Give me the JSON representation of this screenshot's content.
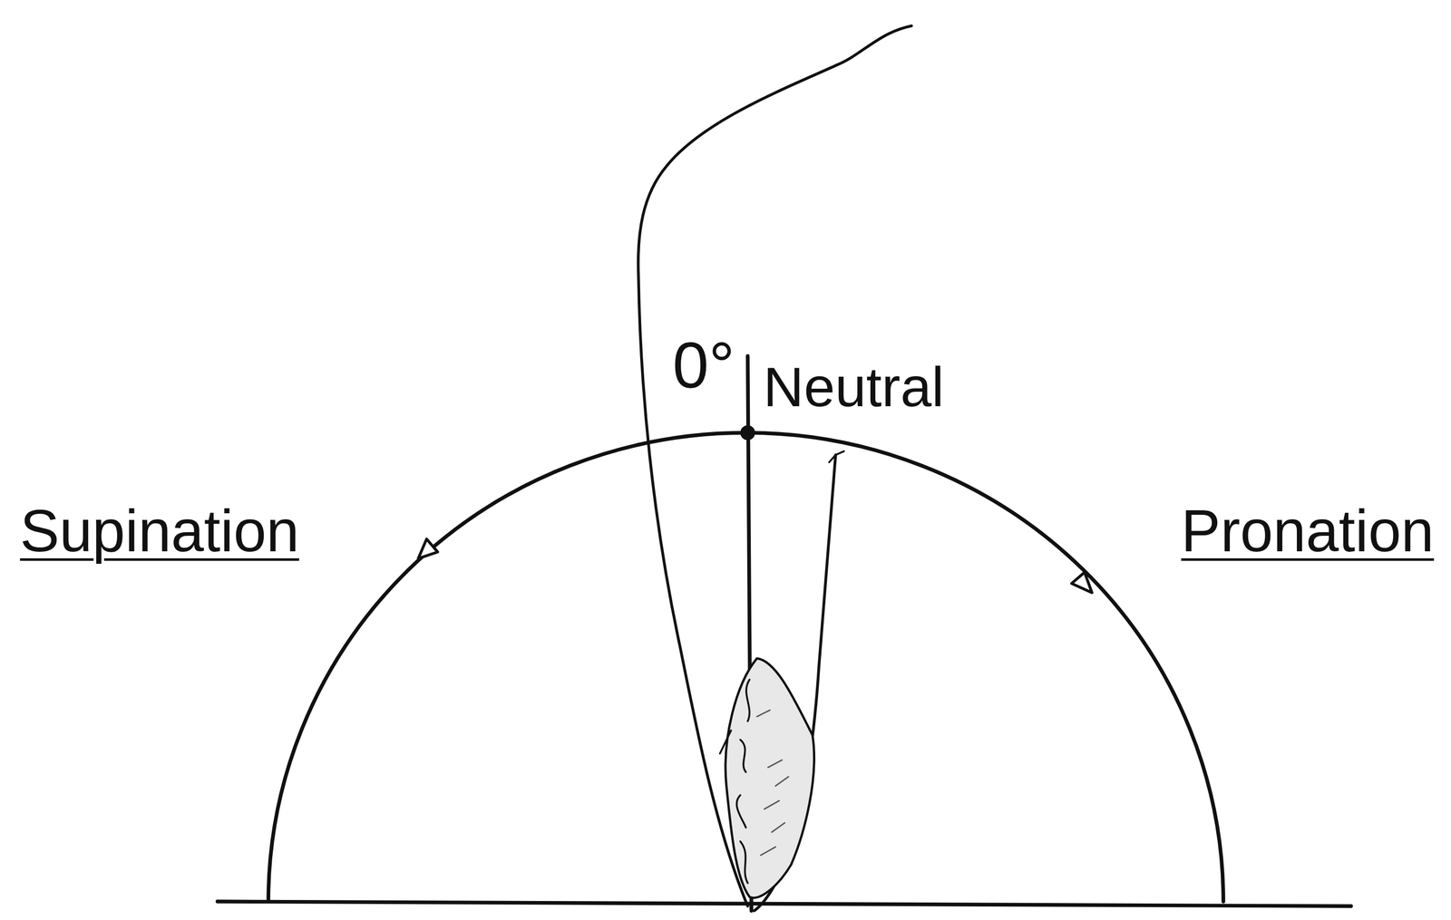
{
  "diagram": {
    "labels": [
      "0°",
      "Neutral",
      "Supination",
      "Pronation"
    ]
  }
}
